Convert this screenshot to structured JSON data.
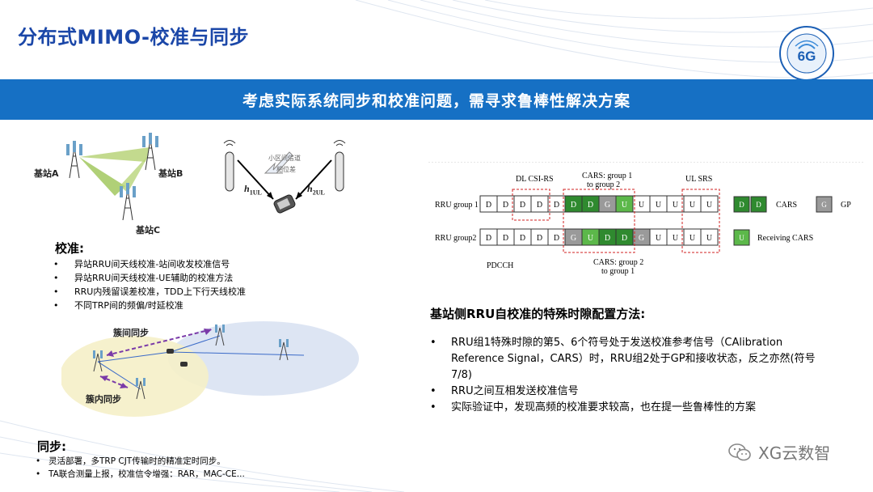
{
  "header": {
    "title": "分布式MIMO-校准与同步",
    "banner": "考虑实际系统同步和校准问题，需寻求鲁棒性解决方案"
  },
  "logo": {
    "icon": "6g-logo-icon",
    "text": "6G"
  },
  "diagram_bs": {
    "a": "基站A",
    "b": "基站B",
    "c": "基站C"
  },
  "diagram_ue": {
    "phase_label_1": "小区间信道",
    "phase_label_2": "相位差",
    "h1": "h",
    "h1_sub": "1UL",
    "h2": "h",
    "h2_sub": "2UL"
  },
  "diagram_cluster": {
    "inter": "簇间同步",
    "intra": "簇内同步"
  },
  "calibration": {
    "title": "校准:",
    "items": [
      "异站RRU间天线校准-站间收发校准信号",
      "异站RRU间天线校准-UE辅助的校准方法",
      "RRU内残留误差校准，TDD上下行天线校准",
      "不同TRP间的频偏/时延校准"
    ]
  },
  "sync": {
    "title": "同步:",
    "items": [
      "灵活部署，多TRP CJT传输时的精准定时同步。",
      "TA联合测量上报，校准信令增强：RAR，MAC-CE..."
    ]
  },
  "tdd": {
    "label_dl_csi_rs": "DL CSI-RS",
    "label_cars_1to2_a": "CARS: group 1",
    "label_cars_1to2_b": "to group 2",
    "label_ul_srs": "UL SRS",
    "label_pdcch": "PDCCH",
    "label_cars_2to1_a": "CARS: group 2",
    "label_cars_2to1_b": "to group 1",
    "rows": [
      {
        "name": "RRU group 1",
        "cells": [
          "D",
          "D",
          "D",
          "D",
          "D",
          "D",
          "D",
          "G",
          "U",
          "U",
          "U",
          "U",
          "U",
          "U"
        ]
      },
      {
        "name": "RRU group2",
        "cells": [
          "D",
          "D",
          "D",
          "D",
          "D",
          "G",
          "U",
          "D",
          "D",
          "G",
          "U",
          "U",
          "U",
          "U"
        ]
      }
    ],
    "legend": {
      "cars": "CARS",
      "gp": "GP",
      "receiving": "Receiving CARS",
      "cars_box": "D",
      "gp_box": "G",
      "recv_box": "U"
    },
    "colors": {
      "cars": "#2f8a2f",
      "gp": "#9a9a9a",
      "receiving": "#5cb84a",
      "dashed": "#d02020"
    }
  },
  "rrucal": {
    "title": "基站侧RRU自校准的特殊时隙配置方法:",
    "items": [
      "RRU组1特殊时隙的第5、6个符号处于发送校准参考信号（CAlibration Reference Signal，CARS）时，RRU组2处于GP和接收状态，反之亦然(符号7/8)",
      "RRU之间互相发送校准信号",
      "实际验证中，发现高频的校准要求较高，也在提一些鲁棒性的方案"
    ]
  },
  "watermark": {
    "text": "XG云数智",
    "icon": "wechat-icon"
  }
}
